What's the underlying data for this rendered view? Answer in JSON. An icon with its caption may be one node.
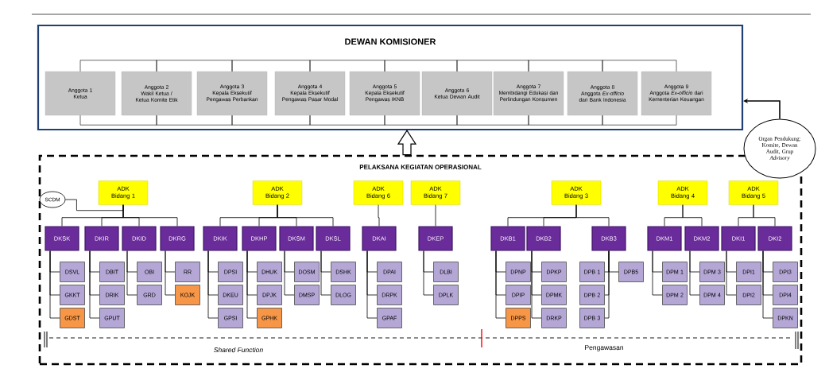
{
  "diagram": {
    "nodes": [
      {
        "text": [
          "DEWAN KOMISIONER"
        ]
      },
      {
        "text": [
          "Anggota 1",
          "Ketua"
        ],
        "in": 0
      },
      {
        "text": [
          "Anggota 2",
          "Wakil Ketua / Ketua Komite Etik"
        ],
        "in": 0
      },
      {
        "text": [
          "Anggota 3",
          "Kepala Eksekutif Pengawas Perbankan"
        ],
        "in": 0
      },
      {
        "text": [
          "Anggota 4",
          "Kepala Eksekutif Pengawas Pasar Modal"
        ],
        "in": 0
      },
      {
        "text": [
          "Anggota 5",
          "Kepala Eksekutif Pengawas IKNB"
        ],
        "in": 0
      },
      {
        "text": [
          "Anggota 6",
          "Ketua Dewan Audit"
        ],
        "in": 0
      },
      {
        "text": [
          "Anggota 7",
          "Membidangi Edukasi dan Perlindungan Konsumen"
        ],
        "in": 0
      },
      {
        "text": [
          "Anggota 8",
          "Anggota *Ex-officio* dari Bank Indonesia"
        ],
        "in": 0
      },
      {
        "text": [
          "Anggota 9",
          "Anggota *Ex-officio* dari Kementerian Keuangan"
        ],
        "in": 0
      },
      {
        "text": [
          "Organ Pendukung: Komite, Dewan Audit, Grup *Advisory*"
        ]
      },
      {
        "text": [
          "PELAKSANA KEGIATAN OPERASIONAL"
        ]
      },
      {
        "text": [
          "SCDM"
        ],
        "in": 11
      },
      {
        "text": [
          "ADK Bidang 1"
        ],
        "in": 11
      },
      {
        "text": [
          "ADK Bidang 2"
        ],
        "in": 11
      },
      {
        "text": [
          "ADK Bidang 6"
        ],
        "in": 11
      },
      {
        "text": [
          "ADK Bidang 7"
        ],
        "in": 11
      },
      {
        "text": [
          "ADK Bidang 3"
        ],
        "in": 11
      },
      {
        "text": [
          "ADK Bidang 4"
        ],
        "in": 11
      },
      {
        "text": [
          "ADK Bidang 5"
        ],
        "in": 11
      },
      {
        "text": [
          "DKSK"
        ],
        "in": 11
      },
      {
        "text": [
          "DKIR"
        ],
        "in": 11
      },
      {
        "text": [
          "DKID"
        ],
        "in": 11
      },
      {
        "text": [
          "DKRG"
        ],
        "in": 11
      },
      {
        "text": [
          "DKIK"
        ],
        "in": 11
      },
      {
        "text": [
          "DKHP"
        ],
        "in": 11
      },
      {
        "text": [
          "DKSM"
        ],
        "in": 11
      },
      {
        "text": [
          "DKSL"
        ],
        "in": 11
      },
      {
        "text": [
          "DKAI"
        ],
        "in": 11
      },
      {
        "text": [
          "DKEP"
        ],
        "in": 11
      },
      {
        "text": [
          "DKB1"
        ],
        "in": 11
      },
      {
        "text": [
          "DKB2"
        ],
        "in": 11
      },
      {
        "text": [
          "DKB3"
        ],
        "in": 11
      },
      {
        "text": [
          "DKM1"
        ],
        "in": 11
      },
      {
        "text": [
          "DKM2"
        ],
        "in": 11
      },
      {
        "text": [
          "DKI1"
        ],
        "in": 11
      },
      {
        "text": [
          "DKI2"
        ],
        "in": 11
      },
      {
        "text": [
          "DSVL"
        ],
        "in": 11
      },
      {
        "text": [
          "GKKT"
        ],
        "in": 11
      },
      {
        "text": [
          "GDST"
        ],
        "in": 11
      },
      {
        "text": [
          "DBIT"
        ],
        "in": 11
      },
      {
        "text": [
          "DRIK"
        ],
        "in": 11
      },
      {
        "text": [
          "GPUT"
        ],
        "in": 11
      },
      {
        "text": [
          "OBI"
        ],
        "in": 11
      },
      {
        "text": [
          "GRD"
        ],
        "in": 11
      },
      {
        "text": [
          "RR"
        ],
        "in": 11
      },
      {
        "text": [
          "KOJK"
        ],
        "in": 11
      },
      {
        "text": [
          "DPSI"
        ],
        "in": 11
      },
      {
        "text": [
          "DKEU"
        ],
        "in": 11
      },
      {
        "text": [
          "GPSI"
        ],
        "in": 11
      },
      {
        "text": [
          "DHUK"
        ],
        "in": 11
      },
      {
        "text": [
          "DPJK"
        ],
        "in": 11
      },
      {
        "text": [
          "GPHK"
        ],
        "in": 11
      },
      {
        "text": [
          "DOSM"
        ],
        "in": 11
      },
      {
        "text": [
          "DMSP"
        ],
        "in": 11
      },
      {
        "text": [
          "DSHK"
        ],
        "in": 11
      },
      {
        "text": [
          "DLOG"
        ],
        "in": 11
      },
      {
        "text": [
          "DPAI"
        ],
        "in": 11
      },
      {
        "text": [
          "DRPK"
        ],
        "in": 11
      },
      {
        "text": [
          "GPAF"
        ],
        "in": 11
      },
      {
        "text": [
          "DLBI"
        ],
        "in": 11
      },
      {
        "text": [
          "DPLK"
        ],
        "in": 11
      },
      {
        "text": [
          "DPNP"
        ],
        "in": 11
      },
      {
        "text": [
          "DPIP"
        ],
        "in": 11
      },
      {
        "text": [
          "DPPS"
        ],
        "in": 11
      },
      {
        "text": [
          "DPKP"
        ],
        "in": 11
      },
      {
        "text": [
          "DPMK"
        ],
        "in": 11
      },
      {
        "text": [
          "DRKP"
        ],
        "in": 11
      },
      {
        "text": [
          "DPB 1"
        ],
        "in": 11
      },
      {
        "text": [
          "DPB 2"
        ],
        "in": 11
      },
      {
        "text": [
          "DPB 3"
        ],
        "in": 11
      },
      {
        "text": [
          "DPB5"
        ],
        "in": 11
      },
      {
        "text": [
          "DPM 1"
        ],
        "in": 11
      },
      {
        "text": [
          "DPM 2"
        ],
        "in": 11
      },
      {
        "text": [
          "DPM 3"
        ],
        "in": 11
      },
      {
        "text": [
          "DPM 4"
        ],
        "in": 11
      },
      {
        "text": [
          "DPI1"
        ],
        "in": 11
      },
      {
        "text": [
          "DPI2"
        ],
        "in": 11
      },
      {
        "text": [
          "DPI3"
        ],
        "in": 11
      },
      {
        "text": [
          "DPI4"
        ],
        "in": 11
      },
      {
        "text": [
          "DPKN"
        ],
        "in": 11
      }
    ],
    "edges": [
      {
        "from": 10,
        "to": 0,
        "arrow": "to"
      },
      {
        "from": 11,
        "to": 0,
        "arrow": "to"
      },
      {
        "from": 1,
        "to": 2,
        "arrow": "none"
      },
      {
        "from": 2,
        "to": 3,
        "arrow": "none"
      },
      {
        "from": 3,
        "to": 4,
        "arrow": "none"
      },
      {
        "from": 4,
        "to": 5,
        "arrow": "none"
      },
      {
        "from": 5,
        "to": 6,
        "arrow": "none"
      },
      {
        "from": 6,
        "to": 7,
        "arrow": "none"
      },
      {
        "from": 7,
        "to": 8,
        "arrow": "none"
      },
      {
        "from": 8,
        "to": 9,
        "arrow": "none"
      },
      {
        "from": 12,
        "to": 13,
        "arrow": "none"
      },
      {
        "from": 13,
        "to": 20,
        "arrow": "none"
      },
      {
        "from": 13,
        "to": 21,
        "arrow": "none"
      },
      {
        "from": 13,
        "to": 22,
        "arrow": "none"
      },
      {
        "from": 13,
        "to": 23,
        "arrow": "none"
      },
      {
        "from": 14,
        "to": 24,
        "arrow": "none"
      },
      {
        "from": 14,
        "to": 25,
        "arrow": "none"
      },
      {
        "from": 14,
        "to": 26,
        "arrow": "none"
      },
      {
        "from": 14,
        "to": 27,
        "arrow": "none"
      },
      {
        "from": 15,
        "to": 28,
        "arrow": "none"
      },
      {
        "from": 16,
        "to": 29,
        "arrow": "none"
      },
      {
        "from": 17,
        "to": 30,
        "arrow": "none"
      },
      {
        "from": 17,
        "to": 31,
        "arrow": "none"
      },
      {
        "from": 17,
        "to": 32,
        "arrow": "none"
      },
      {
        "from": 18,
        "to": 33,
        "arrow": "none"
      },
      {
        "from": 18,
        "to": 34,
        "arrow": "none"
      },
      {
        "from": 19,
        "to": 35,
        "arrow": "none"
      },
      {
        "from": 19,
        "to": 36,
        "arrow": "none"
      },
      {
        "from": 20,
        "to": 37,
        "arrow": "none"
      },
      {
        "from": 20,
        "to": 38,
        "arrow": "none"
      },
      {
        "from": 20,
        "to": 39,
        "arrow": "none"
      },
      {
        "from": 21,
        "to": 40,
        "arrow": "none"
      },
      {
        "from": 21,
        "to": 41,
        "arrow": "none"
      },
      {
        "from": 21,
        "to": 42,
        "arrow": "none"
      },
      {
        "from": 22,
        "to": 43,
        "arrow": "none"
      },
      {
        "from": 22,
        "to": 44,
        "arrow": "none"
      },
      {
        "from": 23,
        "to": 45,
        "arrow": "none"
      },
      {
        "from": 23,
        "to": 46,
        "arrow": "none"
      },
      {
        "from": 24,
        "to": 47,
        "arrow": "none"
      },
      {
        "from": 24,
        "to": 48,
        "arrow": "none"
      },
      {
        "from": 24,
        "to": 49,
        "arrow": "none"
      },
      {
        "from": 25,
        "to": 50,
        "arrow": "none"
      },
      {
        "from": 25,
        "to": 51,
        "arrow": "none"
      },
      {
        "from": 25,
        "to": 52,
        "arrow": "none"
      },
      {
        "from": 26,
        "to": 53,
        "arrow": "none"
      },
      {
        "from": 26,
        "to": 54,
        "arrow": "none"
      },
      {
        "from": 27,
        "to": 55,
        "arrow": "none"
      },
      {
        "from": 27,
        "to": 56,
        "arrow": "none"
      },
      {
        "from": 28,
        "to": 57,
        "arrow": "none"
      },
      {
        "from": 28,
        "to": 58,
        "arrow": "none"
      },
      {
        "from": 28,
        "to": 59,
        "arrow": "none"
      },
      {
        "from": 29,
        "to": 60,
        "arrow": "none"
      },
      {
        "from": 29,
        "to": 61,
        "arrow": "none"
      },
      {
        "from": 30,
        "to": 62,
        "arrow": "none"
      },
      {
        "from": 30,
        "to": 63,
        "arrow": "none"
      },
      {
        "from": 30,
        "to": 64,
        "arrow": "none"
      },
      {
        "from": 31,
        "to": 65,
        "arrow": "none"
      },
      {
        "from": 31,
        "to": 66,
        "arrow": "none"
      },
      {
        "from": 31,
        "to": 67,
        "arrow": "none"
      },
      {
        "from": 32,
        "to": 68,
        "arrow": "none"
      },
      {
        "from": 32,
        "to": 69,
        "arrow": "none"
      },
      {
        "from": 32,
        "to": 70,
        "arrow": "none"
      },
      {
        "from": 32,
        "to": 71,
        "arrow": "none"
      },
      {
        "from": 33,
        "to": 72,
        "arrow": "none"
      },
      {
        "from": 33,
        "to": 73,
        "arrow": "none"
      },
      {
        "from": 34,
        "to": 74,
        "arrow": "none"
      },
      {
        "from": 34,
        "to": 75,
        "arrow": "none"
      },
      {
        "from": 35,
        "to": 76,
        "arrow": "none"
      },
      {
        "from": 35,
        "to": 77,
        "arrow": "none"
      },
      {
        "from": 36,
        "to": 78,
        "arrow": "none"
      },
      {
        "from": 36,
        "to": 79,
        "arrow": "none"
      },
      {
        "from": 36,
        "to": 80,
        "arrow": "none"
      }
    ],
    "labels": [
      "Shared Function",
      "Pengawasan"
    ]
  }
}
